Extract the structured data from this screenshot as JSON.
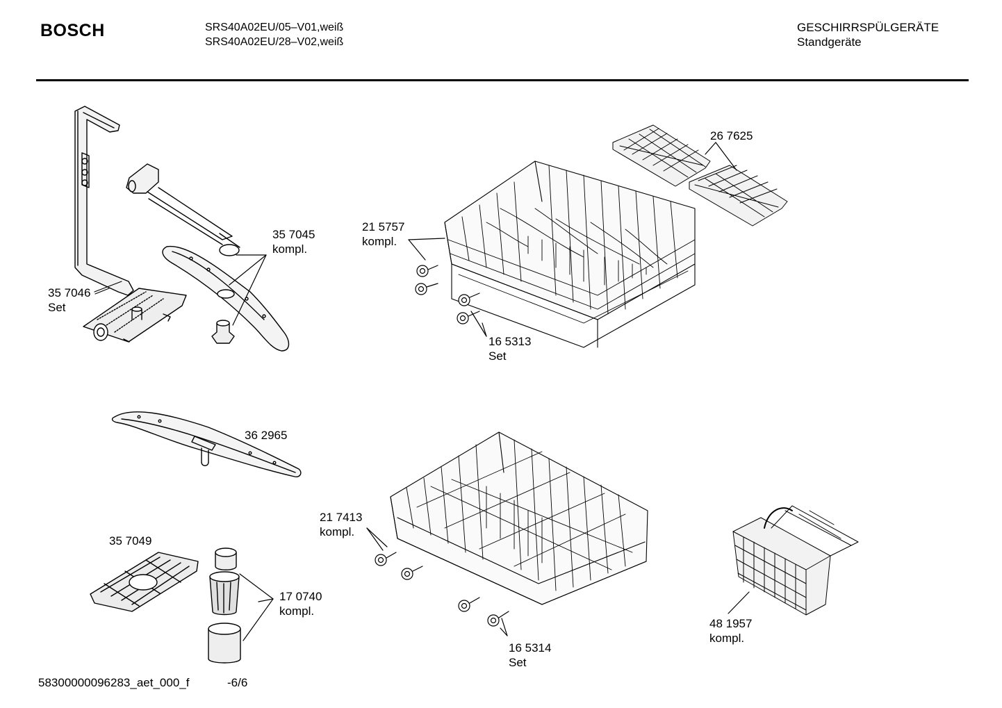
{
  "header": {
    "brand": "BOSCH",
    "models": [
      "SRS40A02EU/05–V01,weiß",
      "SRS40A02EU/28–V02,weiß"
    ],
    "category": "GESCHIRRSPÜLGERÄTE",
    "subcategory": "Standgeräte"
  },
  "parts": [
    {
      "number": "35 7046",
      "note": "Set"
    },
    {
      "number": "35 7045",
      "note": "kompl."
    },
    {
      "number": "21 5757",
      "note": "kompl."
    },
    {
      "number": "26 7625",
      "note": ""
    },
    {
      "number": "16 5313",
      "note": "Set"
    },
    {
      "number": "36 2965",
      "note": ""
    },
    {
      "number": "21 7413",
      "note": "kompl."
    },
    {
      "number": "35 7049",
      "note": ""
    },
    {
      "number": "17 0740",
      "note": "kompl."
    },
    {
      "number": "16 5314",
      "note": "Set"
    },
    {
      "number": "48 1957",
      "note": "kompl."
    }
  ],
  "footer": {
    "doc_id": "58300000096283_aet_000_f",
    "page": "-6/6"
  }
}
